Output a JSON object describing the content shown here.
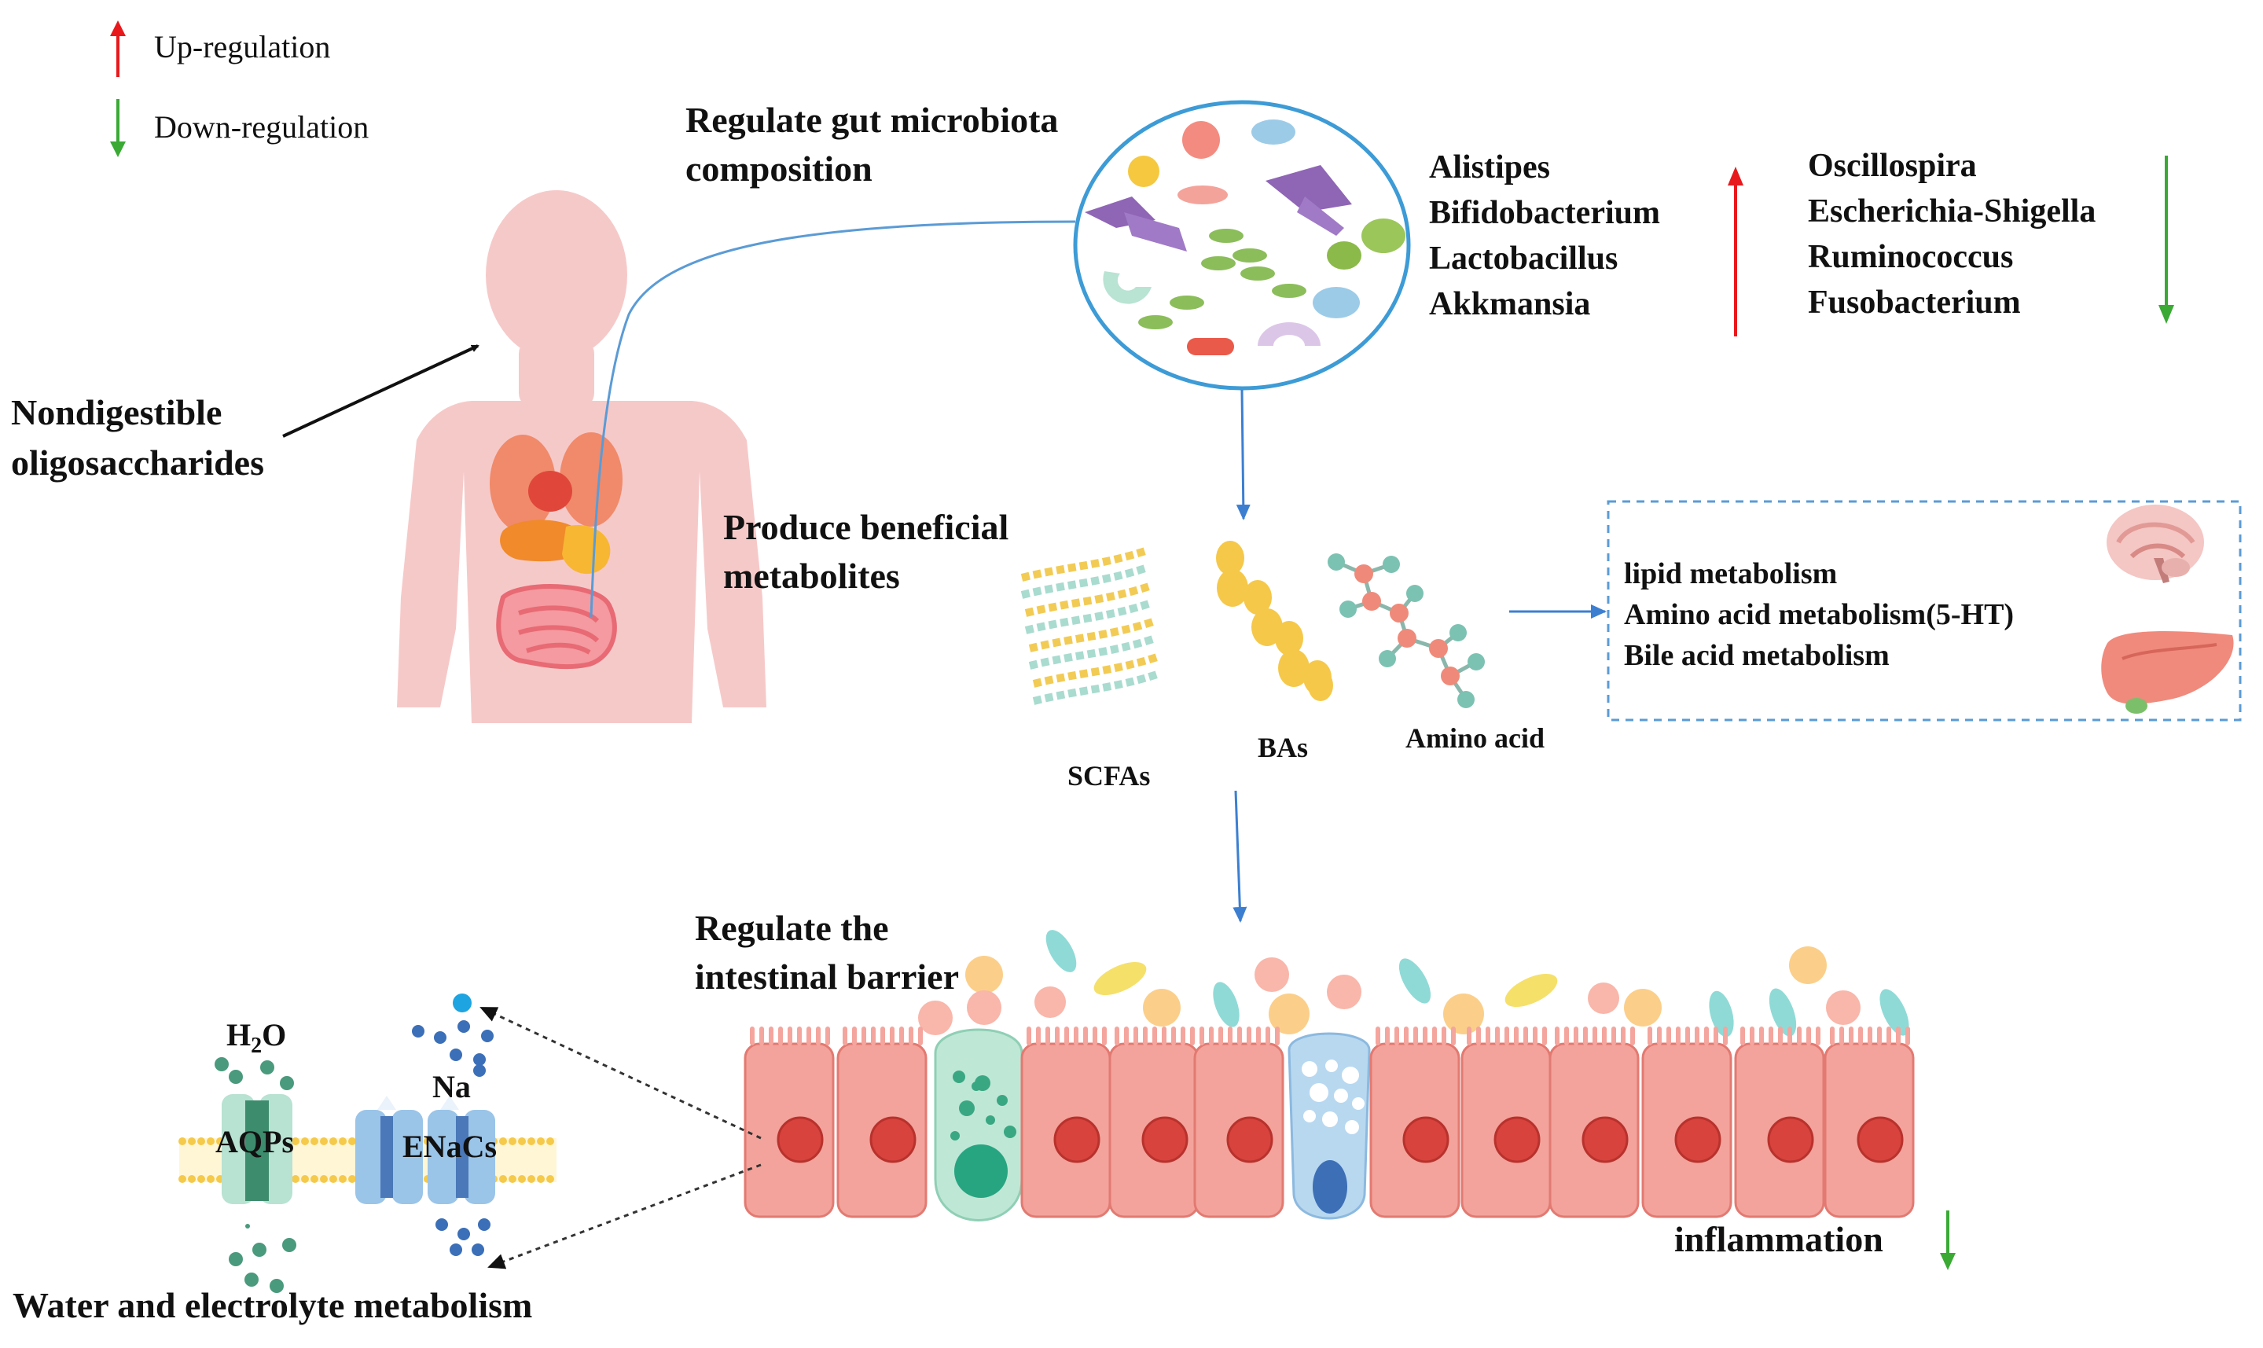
{
  "legend": {
    "up_label": "Up-regulation",
    "down_label": "Down-regulation",
    "up_color": "#e8191c",
    "down_color": "#3aaa35"
  },
  "input": {
    "line1": "Nondigestible",
    "line2": "oligosaccharides"
  },
  "microbiota": {
    "title_line1": "Regulate gut microbiota",
    "title_line2": "composition",
    "up_genera": [
      "Alistipes",
      "Bifidobacterium",
      "Lactobacillus",
      "Akkmansia"
    ],
    "down_genera": [
      "Oscillospira",
      "Escherichia-Shigella",
      "Ruminococcus",
      "Fusobacterium"
    ]
  },
  "metabolites": {
    "title_line1": "Produce beneficial",
    "title_line2": "metabolites",
    "scfas": "SCFAs",
    "bas": "BAs",
    "amino": "Amino acid",
    "effects": [
      "lipid metabolism",
      "Amino acid metabolism(5-HT)",
      "Bile acid metabolism"
    ]
  },
  "barrier": {
    "title_line1": "Regulate the",
    "title_line2": "intestinal barrier",
    "inflammation": "inflammation"
  },
  "water": {
    "h2o_main": "H",
    "h2o_sub": "2",
    "h2o_tail": "O",
    "na": "Na",
    "aqps": "AQPs",
    "enacs": "ENaCs",
    "title": "Water and electrolyte metabolism"
  },
  "colors": {
    "body": "#f6c9c9",
    "circle": "#3d9bd6",
    "cell": "#f3a39b",
    "nucleus": "#d9433d",
    "arrow_blue": "#3c7fd1"
  }
}
